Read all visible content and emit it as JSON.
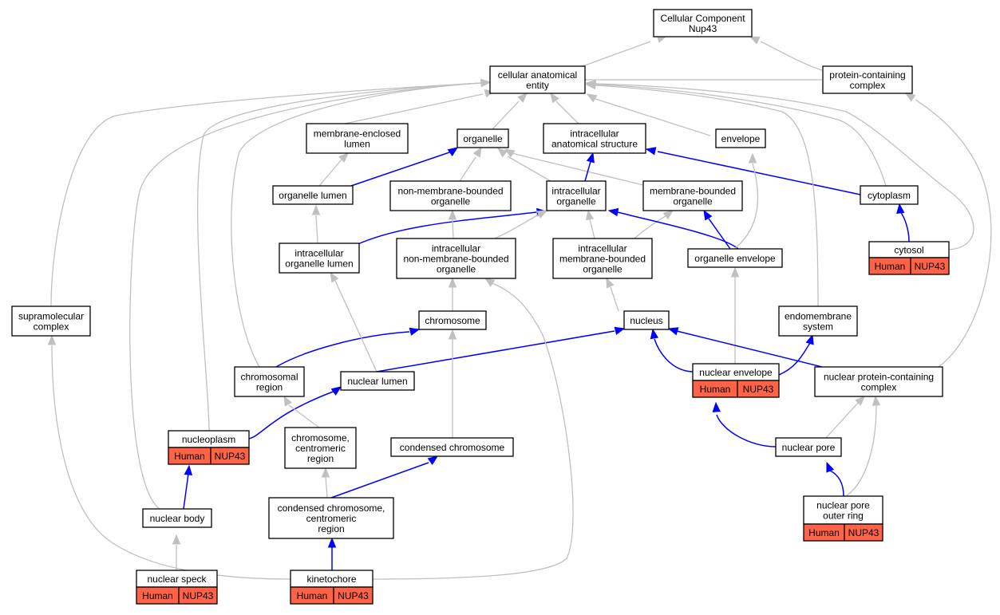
{
  "colors": {
    "is_a_edge": "#c0c0c0",
    "part_of_edge": "#0000ff",
    "annotation_fill": "#ff6347",
    "node_border": "#000000"
  },
  "nodes": {
    "root": {
      "lines": [
        "Cellular Component",
        "Nup43"
      ]
    },
    "cae": {
      "lines": [
        "cellular anatomical",
        "entity"
      ]
    },
    "pcc": {
      "lines": [
        "protein-containing",
        "complex"
      ]
    },
    "mel": {
      "lines": [
        "membrane-enclosed",
        "lumen"
      ]
    },
    "org": {
      "lines": [
        "organelle"
      ]
    },
    "ias": {
      "lines": [
        "intracellular",
        "anatomical structure"
      ]
    },
    "env": {
      "lines": [
        "envelope"
      ]
    },
    "ol": {
      "lines": [
        "organelle lumen"
      ]
    },
    "nmbo": {
      "lines": [
        "non-membrane-bounded",
        "organelle"
      ]
    },
    "io": {
      "lines": [
        "intracellular",
        "organelle"
      ]
    },
    "mbo": {
      "lines": [
        "membrane-bounded",
        "organelle"
      ]
    },
    "cyto": {
      "lines": [
        "cytoplasm"
      ]
    },
    "iol": {
      "lines": [
        "intracellular",
        "organelle lumen"
      ]
    },
    "inmbo": {
      "lines": [
        "intracellular",
        "non-membrane-bounded",
        "organelle"
      ]
    },
    "imbo": {
      "lines": [
        "intracellular",
        "membrane-bounded",
        "organelle"
      ]
    },
    "oe": {
      "lines": [
        "organelle envelope"
      ]
    },
    "cytosol": {
      "lines": [
        "cytosol"
      ],
      "annotation": [
        "Human",
        "NUP43"
      ]
    },
    "smc": {
      "lines": [
        "supramolecular",
        "complex"
      ]
    },
    "chrom": {
      "lines": [
        "chromosome"
      ]
    },
    "nucleus": {
      "lines": [
        "nucleus"
      ]
    },
    "endo": {
      "lines": [
        "endomembrane",
        "system"
      ]
    },
    "cr": {
      "lines": [
        "chromosomal",
        "region"
      ]
    },
    "nl": {
      "lines": [
        "nuclear lumen"
      ]
    },
    "ne": {
      "lines": [
        "nuclear envelope"
      ],
      "annotation": [
        "Human",
        "NUP43"
      ]
    },
    "npcc": {
      "lines": [
        "nuclear protein-containing",
        "complex"
      ]
    },
    "np": {
      "lines": [
        "nucleoplasm"
      ],
      "annotation": [
        "Human",
        "NUP43"
      ]
    },
    "ccr": {
      "lines": [
        "chromosome,",
        "centromeric",
        "region"
      ]
    },
    "cc": {
      "lines": [
        "condensed chromosome"
      ]
    },
    "npore": {
      "lines": [
        "nuclear pore"
      ]
    },
    "nb": {
      "lines": [
        "nuclear body"
      ]
    },
    "cccr": {
      "lines": [
        "condensed chromosome,",
        "centromeric",
        "region"
      ]
    },
    "npor": {
      "lines": [
        "nuclear pore",
        "outer ring"
      ],
      "annotation": [
        "Human",
        "NUP43"
      ]
    },
    "ns": {
      "lines": [
        "nuclear speck"
      ],
      "annotation": [
        "Human",
        "NUP43"
      ]
    },
    "kin": {
      "lines": [
        "kinetochore"
      ],
      "annotation": [
        "Human",
        "NUP43"
      ]
    }
  }
}
